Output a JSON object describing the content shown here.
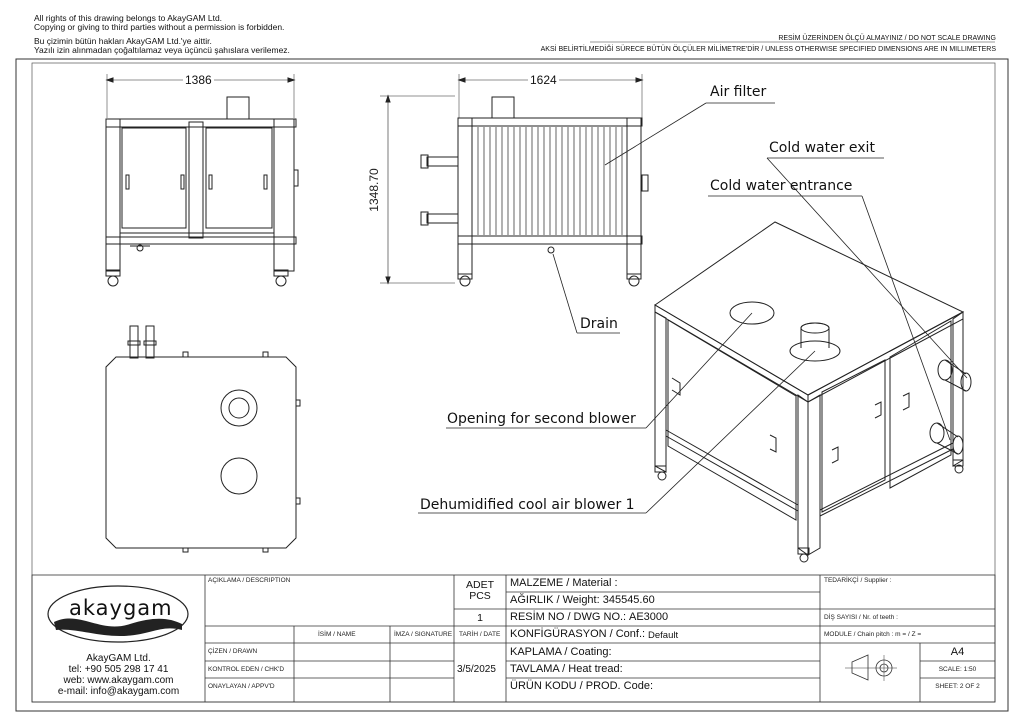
{
  "header": {
    "copyright_en_1": "All rights of this drawing belongs to AkayGAM Ltd.",
    "copyright_en_2": "Copying or giving to third parties without a permission is forbidden.",
    "copyright_tr_1": "Bu çizimin bütün hakları AkayGAM Ltd.'ye aittir.",
    "copyright_tr_2": "Yazılı izin alınmadan çoğaltılamaz veya üçüncü şahıslara verilemez.",
    "scale_note": "RESİM ÜZERİNDEN ÖLÇÜ ALMAYINIZ / DO NOT SCALE DRAWING",
    "units_note": "AKSİ BELİRTİLMEDİĞİ SÜRECE BÜTÜN ÖLÇÜLER MİLİMETRE'DİR / UNLESS OTHERWISE SPECIFIED DIMENSIONS ARE IN MILLIMETERS"
  },
  "dimensions": {
    "front_width": "1386",
    "side_width": "1624",
    "height": "1348.70"
  },
  "callouts": {
    "air_filter": "Air filter",
    "cold_water_exit": "Cold water exit",
    "cold_water_entrance": "Cold water entrance",
    "drain": "Drain",
    "opening_second_blower": "Opening for second blower",
    "dehumidified_blower": "Dehumidified cool air blower 1"
  },
  "title_block": {
    "company": {
      "logo_text": "akaygam",
      "name": "AkayGAM Ltd.",
      "tel": "tel: +90 505 298 17 41",
      "web": "web: www.akaygam.com",
      "email": "e-mail: info@akaygam.com"
    },
    "description_label": "AÇIKLAMA / DESCRIPTION",
    "qty_label_1": "ADET",
    "qty_label_2": "PCS",
    "qty_value": "1",
    "name_label": "İSİM / NAME",
    "signature_label": "İMZA / SIGNATURE",
    "date_label": "TARİH / DATE",
    "drawn_label": "ÇİZEN / DRAWN",
    "checked_label": "KONTROL EDEN / CHK'D",
    "approved_label": "ONAYLAYAN / APPV'D",
    "date_value": "3/5/2025",
    "material_label": "MALZEME / Material :",
    "weight_label": "AĞIRLIK / Weight: 345545.60",
    "dwg_label": "RESİM NO / DWG NO.:",
    "dwg_value": "AE3000",
    "config_label": "KONFİGÜRASYON / Conf.:",
    "config_value": "Default",
    "coating_label": "KAPLAMA / Coating:",
    "heat_label": "TAVLAMA / Heat tread:",
    "product_label": "ÜRÜN KODU / PROD. Code:",
    "supplier_label": "TEDARİKÇİ / Supplier :",
    "teeth_label": "DİŞ SAYISI / Nr. of teeth :",
    "module_label": "MODULE / Chain pitch :  m =  / Z =",
    "paper_size": "A4",
    "scale": "SCALE: 1:50",
    "sheet": "SHEET: 2 OF 2"
  }
}
